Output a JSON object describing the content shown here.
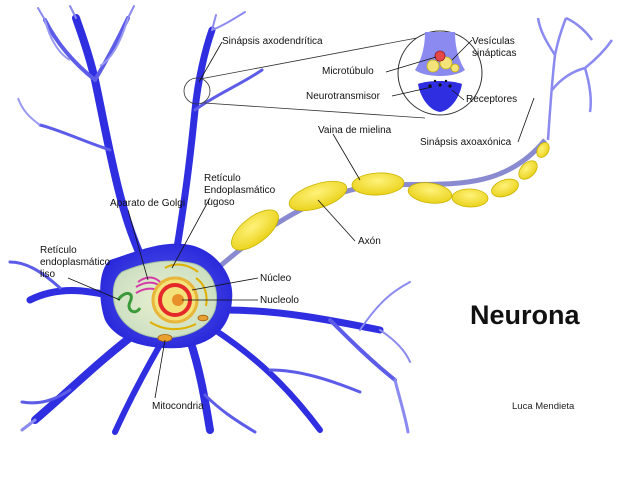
{
  "title": "Neurona",
  "credit": "Luca Mendieta",
  "labels": {
    "sinapsis_axodendritica": "Sinápsis axodendrítica",
    "vesiculas_1": "Vesículas",
    "vesiculas_2": "sinápticas",
    "microtubulo": "Microtúbulo",
    "neurotransmisor": "Neurotransmisor",
    "receptores": "Receptores",
    "sinapsis_axoaxonica": "Sinápsis axoaxónica",
    "vaina_mielina": "Vaina de mielina",
    "reticulo_rugoso_1": "Retículo",
    "reticulo_rugoso_2": "Endoplasmático",
    "reticulo_rugoso_3": "rugoso",
    "aparato_golgi": "Aparato de Golgi",
    "reticulo_liso_1": "Retículo",
    "reticulo_liso_2": "endoplasmático",
    "reticulo_liso_3": "liso",
    "axon": "Axón",
    "nucleo": "Núcleo",
    "nucleolo": "Nucleolo",
    "mitocondria": "Mitocondria"
  },
  "colors": {
    "neuron_body": "#2f2ee0",
    "dendrite_light": "#9a9af0",
    "myelin": "#f2df2a",
    "myelin_edge": "#c9b400",
    "nucleus": "#e42a2a"
  }
}
